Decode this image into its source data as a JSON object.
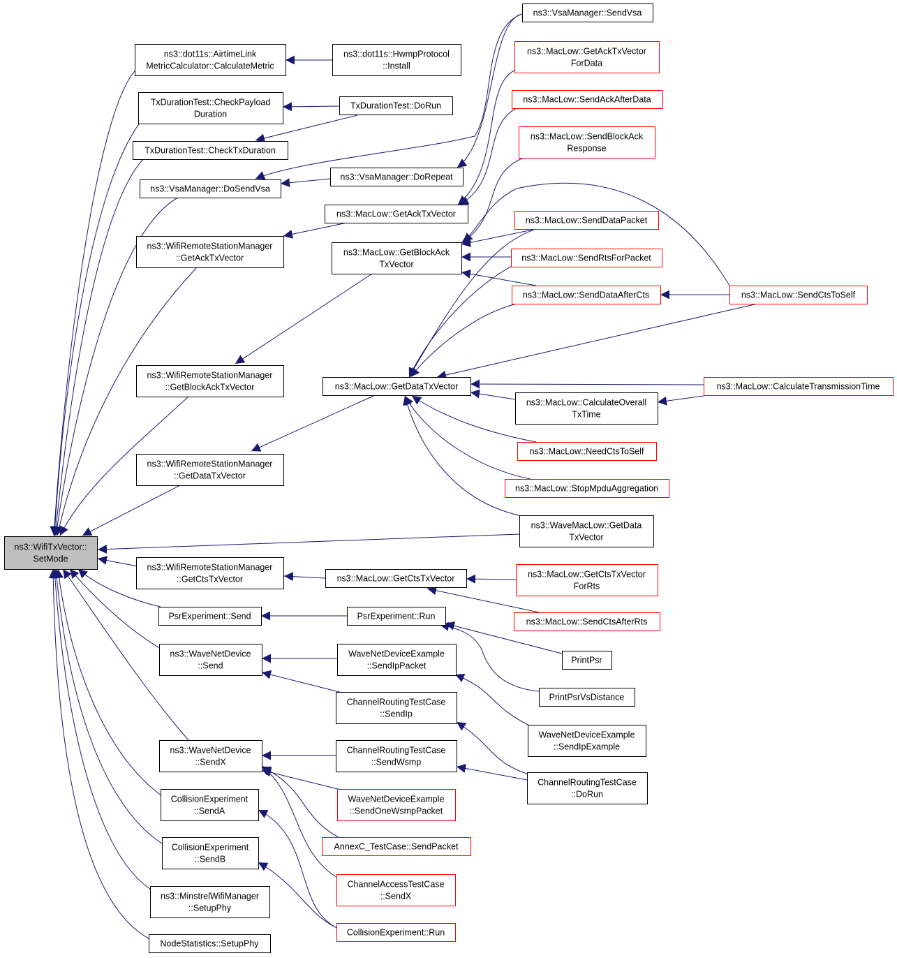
{
  "title": "",
  "colors": {
    "edge": "#191970",
    "border_default": "#000000",
    "border_external": "#ff0000",
    "root_fill": "#bfbfbf",
    "node_fill": "#ffffff"
  },
  "nodes": [
    {
      "id": "root",
      "lines": [
        "ns3::WifiTxVector::",
        "SetMode"
      ],
      "kind": "root"
    },
    {
      "id": "cm",
      "lines": [
        "ns3::dot11s::AirtimeLink",
        "MetricCalculator::CalculateMetric"
      ],
      "kind": "normal"
    },
    {
      "id": "hwmp",
      "lines": [
        "ns3::dot11s::HwmpProtocol",
        "::Install"
      ],
      "kind": "normal"
    },
    {
      "id": "cpd",
      "lines": [
        "TxDurationTest::CheckPayload",
        "Duration"
      ],
      "kind": "normal"
    },
    {
      "id": "tdrun",
      "lines": [
        "TxDurationTest::DoRun"
      ],
      "kind": "normal"
    },
    {
      "id": "ctd",
      "lines": [
        "TxDurationTest::CheckTxDuration"
      ],
      "kind": "normal"
    },
    {
      "id": "dsv",
      "lines": [
        "ns3::VsaManager::DoSendVsa"
      ],
      "kind": "normal"
    },
    {
      "id": "dorep",
      "lines": [
        "ns3::VsaManager::DoRepeat"
      ],
      "kind": "normal"
    },
    {
      "id": "sendvsa",
      "lines": [
        "ns3::VsaManager::SendVsa"
      ],
      "kind": "normal"
    },
    {
      "id": "wgack",
      "lines": [
        "ns3::WifiRemoteStationManager",
        "::GetAckTxVector"
      ],
      "kind": "normal"
    },
    {
      "id": "mlgack",
      "lines": [
        "ns3::MacLow::GetAckTxVector"
      ],
      "kind": "normal"
    },
    {
      "id": "gatfd",
      "lines": [
        "ns3::MacLow::GetAckTxVector",
        "ForData"
      ],
      "kind": "external"
    },
    {
      "id": "saad",
      "lines": [
        "ns3::MacLow::SendAckAfterData"
      ],
      "kind": "external"
    },
    {
      "id": "sbar",
      "lines": [
        "ns3::MacLow::SendBlockAck",
        "Response"
      ],
      "kind": "external"
    },
    {
      "id": "mlgbat",
      "lines": [
        "ns3::MacLow::GetBlockAck",
        "TxVector"
      ],
      "kind": "normal"
    },
    {
      "id": "sdp",
      "lines": [
        "ns3::MacLow::SendDataPacket"
      ],
      "kind": "external"
    },
    {
      "id": "srfp",
      "lines": [
        "ns3::MacLow::SendRtsForPacket"
      ],
      "kind": "external"
    },
    {
      "id": "sdac",
      "lines": [
        "ns3::MacLow::SendDataAfterCts"
      ],
      "kind": "external"
    },
    {
      "id": "scts",
      "lines": [
        "ns3::MacLow::SendCtsToSelf"
      ],
      "kind": "external"
    },
    {
      "id": "wgbat",
      "lines": [
        "ns3::WifiRemoteStationManager",
        "::GetBlockAckTxVector"
      ],
      "kind": "normal"
    },
    {
      "id": "mlgdt",
      "lines": [
        "ns3::MacLow::GetDataTxVector"
      ],
      "kind": "normal"
    },
    {
      "id": "ctt",
      "lines": [
        "ns3::MacLow::CalculateTransmissionTime"
      ],
      "kind": "external"
    },
    {
      "id": "cot",
      "lines": [
        "ns3::MacLow::CalculateOverall",
        "TxTime"
      ],
      "kind": "normal"
    },
    {
      "id": "ncts",
      "lines": [
        "ns3::MacLow::NeedCtsToSelf"
      ],
      "kind": "external"
    },
    {
      "id": "sma",
      "lines": [
        "ns3::MacLow::StopMpduAggregation"
      ],
      "kind": "external"
    },
    {
      "id": "wgdt",
      "lines": [
        "ns3::WifiRemoteStationManager",
        "::GetDataTxVector"
      ],
      "kind": "normal"
    },
    {
      "id": "wmgd",
      "lines": [
        "ns3::WaveMacLow::GetData",
        "TxVector"
      ],
      "kind": "normal"
    },
    {
      "id": "wgct",
      "lines": [
        "ns3::WifiRemoteStationManager",
        "::GetCtsTxVector"
      ],
      "kind": "normal"
    },
    {
      "id": "mlgct",
      "lines": [
        "ns3::MacLow::GetCtsTxVector"
      ],
      "kind": "normal"
    },
    {
      "id": "gctfr",
      "lines": [
        "ns3::MacLow::GetCtsTxVector",
        "ForRts"
      ],
      "kind": "external"
    },
    {
      "id": "scar",
      "lines": [
        "ns3::MacLow::SendCtsAfterRts"
      ],
      "kind": "external"
    },
    {
      "id": "psend",
      "lines": [
        "PsrExperiment::Send"
      ],
      "kind": "normal"
    },
    {
      "id": "prun",
      "lines": [
        "PsrExperiment::Run"
      ],
      "kind": "normal"
    },
    {
      "id": "ppsr",
      "lines": [
        "PrintPsr"
      ],
      "kind": "normal"
    },
    {
      "id": "ppvd",
      "lines": [
        "PrintPsrVsDistance"
      ],
      "kind": "normal"
    },
    {
      "id": "wnds",
      "lines": [
        "ns3::WaveNetDevice",
        "::Send"
      ],
      "kind": "normal"
    },
    {
      "id": "wndesip",
      "lines": [
        "WaveNetDeviceExample",
        "::SendIpPacket"
      ],
      "kind": "normal"
    },
    {
      "id": "crtsip",
      "lines": [
        "ChannelRoutingTestCase",
        "::SendIp"
      ],
      "kind": "normal"
    },
    {
      "id": "wndesie",
      "lines": [
        "WaveNetDeviceExample",
        "::SendIpExample"
      ],
      "kind": "normal"
    },
    {
      "id": "wndsx",
      "lines": [
        "ns3::WaveNetDevice",
        "::SendX"
      ],
      "kind": "normal"
    },
    {
      "id": "crtsw",
      "lines": [
        "ChannelRoutingTestCase",
        "::SendWsmp"
      ],
      "kind": "normal"
    },
    {
      "id": "crtdr",
      "lines": [
        "ChannelRoutingTestCase",
        "::DoRun"
      ],
      "kind": "normal"
    },
    {
      "id": "wndesow",
      "lines": [
        "WaveNetDeviceExample",
        "::SendOneWsmpPacket"
      ],
      "kind": "external"
    },
    {
      "id": "ceA",
      "lines": [
        "CollisionExperiment",
        "::SendA"
      ],
      "kind": "normal"
    },
    {
      "id": "annex",
      "lines": [
        "AnnexC_TestCase::SendPacket"
      ],
      "kind": "external"
    },
    {
      "id": "ceB",
      "lines": [
        "CollisionExperiment",
        "::SendB"
      ],
      "kind": "normal"
    },
    {
      "id": "catsx",
      "lines": [
        "ChannelAccessTestCase",
        "::SendX"
      ],
      "kind": "external"
    },
    {
      "id": "mwsp",
      "lines": [
        "ns3::MinstrelWifiManager",
        "::SetupPhy"
      ],
      "kind": "normal"
    },
    {
      "id": "cerun",
      "lines": [
        "CollisionExperiment::Run"
      ],
      "kind": "external"
    },
    {
      "id": "nssp",
      "lines": [
        "NodeStatistics::SetupPhy"
      ],
      "kind": "normal"
    }
  ]
}
